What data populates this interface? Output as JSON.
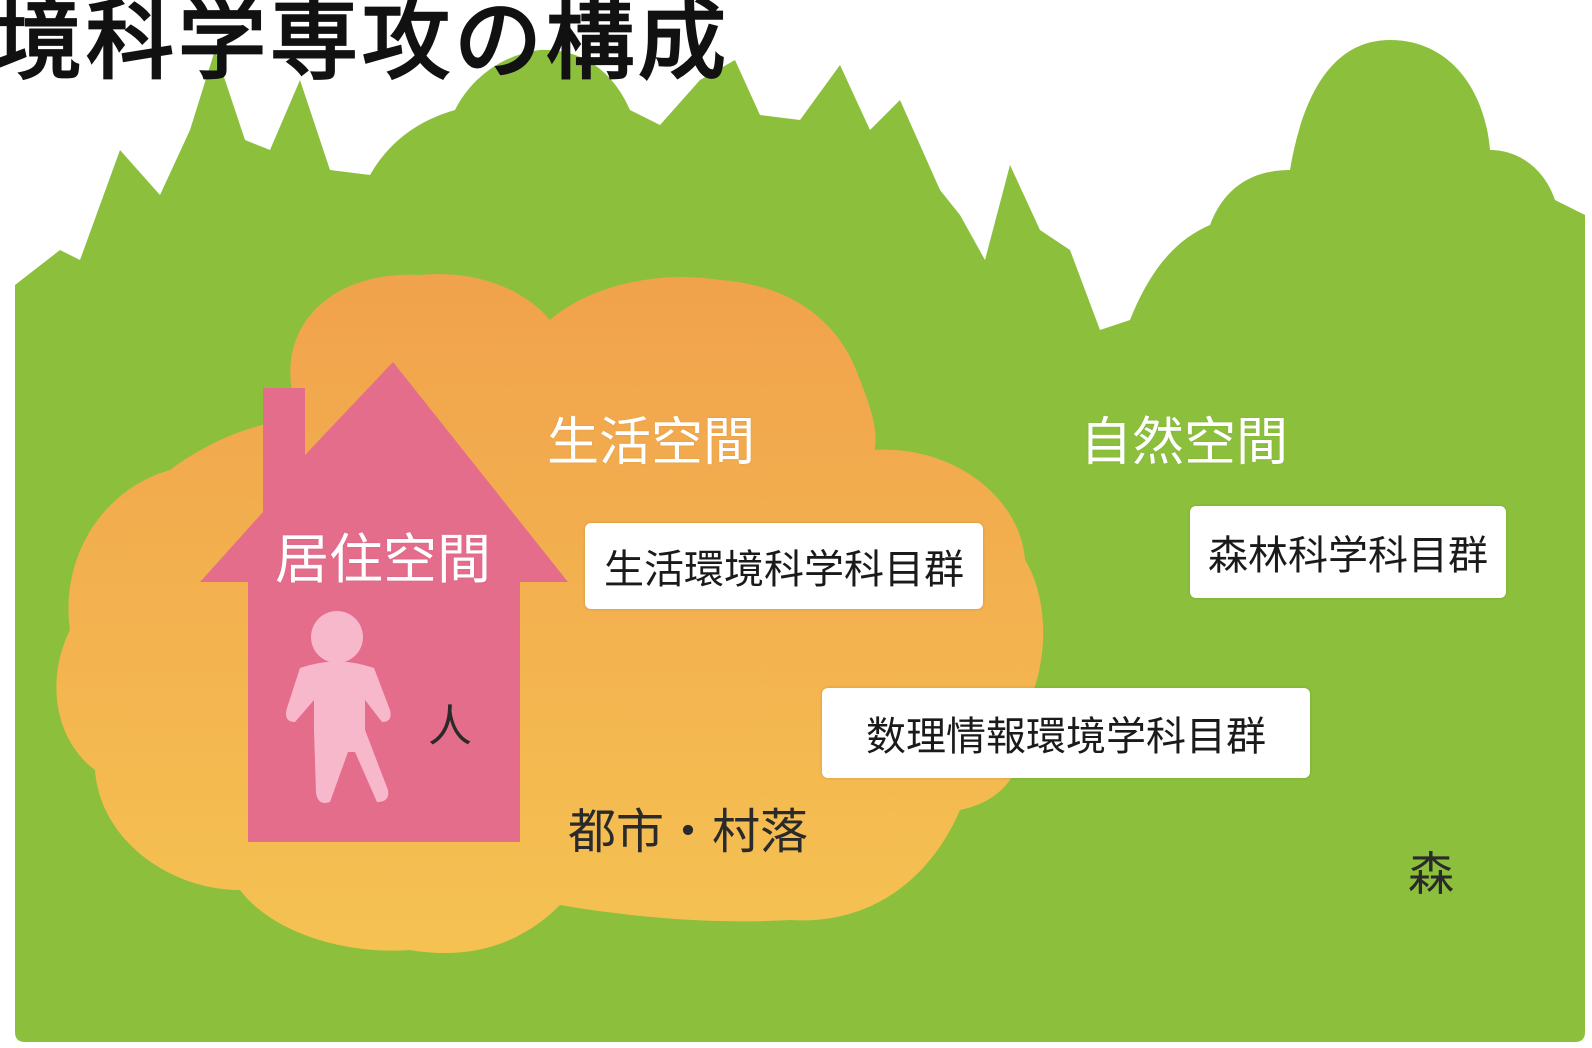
{
  "title": "境科学専攻の構成",
  "colors": {
    "forest": "#8dc13f",
    "cloud": "#f3ad4e",
    "house": "#e4708a",
    "person": "#f5b3c7"
  },
  "labels": {
    "living_space": "生活空間",
    "natural_space": "自然空間",
    "residential_space": "居住空間",
    "person": "人",
    "city_village": "都市・村落",
    "forest": "森"
  },
  "boxes": {
    "living_env": "生活環境科学科目群",
    "forest_sci": "森林科学科目群",
    "math_info": "数理情報環境学科目群"
  }
}
